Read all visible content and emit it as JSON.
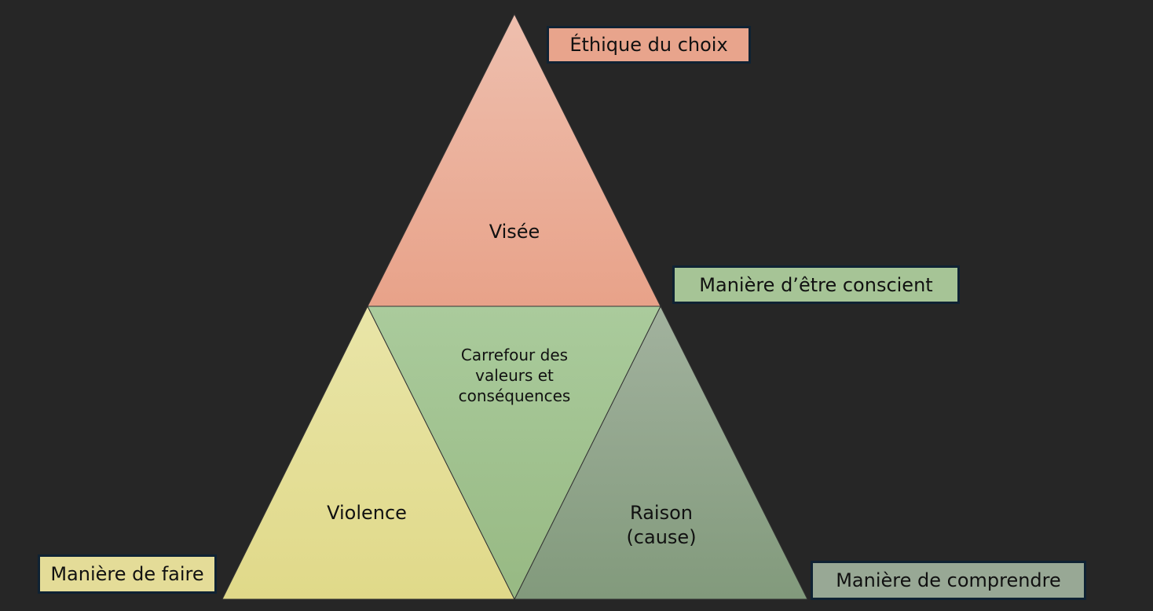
{
  "triangles": {
    "top": {
      "text": "Visée",
      "color_top": "#eebfae",
      "color_bottom": "#e8a289"
    },
    "middle": {
      "text_lines": [
        "Carrefour des",
        "valeurs et",
        "conséquences"
      ],
      "color_top": "#aacb9c",
      "color_bottom": "#97b983"
    },
    "left": {
      "text": "Violence",
      "color_top": "#e9e5a8",
      "color_bottom": "#e0d989"
    },
    "right": {
      "text_lines": [
        "Raison",
        "(cause)"
      ],
      "color_top": "#a2b29e",
      "color_bottom": "#829a7c"
    }
  },
  "labels": {
    "top": {
      "text": "Éthique du choix",
      "color": "#e8a48c"
    },
    "middle": {
      "text": "Manière d’être conscient",
      "color": "#a6c496"
    },
    "left": {
      "text": "Manière de faire",
      "color": "#e4dc98"
    },
    "right": {
      "text": "Manière de comprendre",
      "color": "#98a895"
    }
  }
}
